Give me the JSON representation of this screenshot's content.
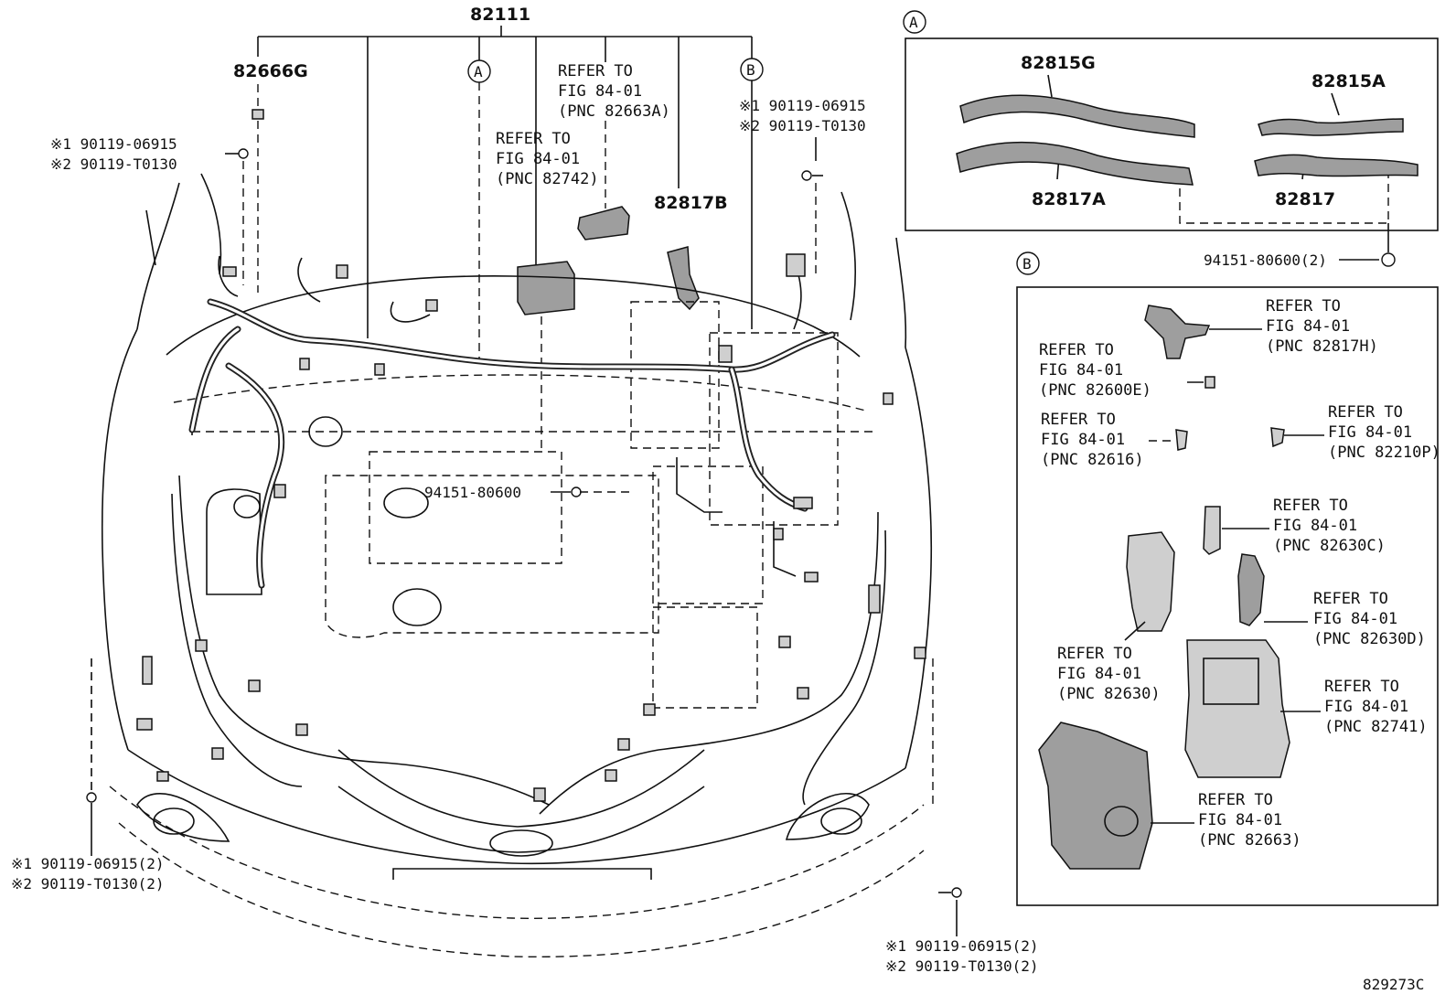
{
  "main_part": "82111",
  "callouts": {
    "a": "A",
    "b": "B"
  },
  "labels": {
    "p82666g": "82666G",
    "p82817b": "82817B",
    "bolt_tl_1": "※1 90119-06915",
    "bolt_tl_2": "※2 90119-T0130",
    "bolt_tr_1": "※1 90119-06915",
    "bolt_tr_2": "※2 90119-T0130",
    "bolt_bl_1": "※1 90119-06915(2)",
    "bolt_bl_2": "※2 90119-T0130(2)",
    "bolt_br_1": "※1 90119-06915(2)",
    "bolt_br_2": "※2 90119-T0130(2)",
    "clip_center": "94151-80600",
    "ref_82663a": [
      "REFER TO",
      "FIG 84-01",
      "(PNC 82663A)"
    ],
    "ref_82742": [
      "REFER TO",
      "FIG 84-01",
      "(PNC 82742)"
    ]
  },
  "detail_a": {
    "p82815g": "82815G",
    "p82815a": "82815A",
    "p82817a": "82817A",
    "p82817": "82817",
    "clip": "94151-80600(2)"
  },
  "detail_b": {
    "ref_82817h": [
      "REFER TO",
      "FIG 84-01",
      "(PNC 82817H)"
    ],
    "ref_82600e": [
      "REFER TO",
      "FIG 84-01",
      "(PNC 82600E)"
    ],
    "ref_82616": [
      "REFER TO",
      "FIG 84-01",
      "(PNC 82616)"
    ],
    "ref_82210p": [
      "REFER TO",
      "FIG 84-01",
      "(PNC 82210P)"
    ],
    "ref_82630c": [
      "REFER TO",
      "FIG 84-01",
      "(PNC 82630C)"
    ],
    "ref_82630d": [
      "REFER TO",
      "FIG 84-01",
      "(PNC 82630D)"
    ],
    "ref_82630": [
      "REFER TO",
      "FIG 84-01",
      "(PNC 82630)"
    ],
    "ref_82741": [
      "REFER TO",
      "FIG 84-01",
      "(PNC 82741)"
    ],
    "ref_82663": [
      "REFER TO",
      "FIG 84-01",
      "(PNC 82663)"
    ]
  },
  "figure_code": "829273C"
}
